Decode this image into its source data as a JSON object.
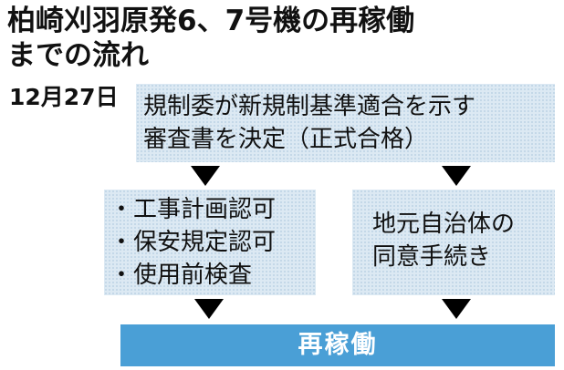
{
  "title": {
    "line1": "柏崎刈羽原発6、7号機の再稼働",
    "line2": "までの流れ"
  },
  "date": "12月27日",
  "decision_box": {
    "line1": "規制委が新規制基準適合を示す",
    "line2": "審査書を決定（正式合格）"
  },
  "left_box": {
    "items": [
      "・工事計画認可",
      "・保安規定認可",
      "・使用前検査"
    ]
  },
  "right_box": {
    "line1": "地元自治体の",
    "line2": "同意手続き"
  },
  "final_box": {
    "label": "再稼働"
  },
  "colors": {
    "box_fill": "#dce9f3",
    "final_fill": "#4a9fd6",
    "arrow": "#000000"
  }
}
